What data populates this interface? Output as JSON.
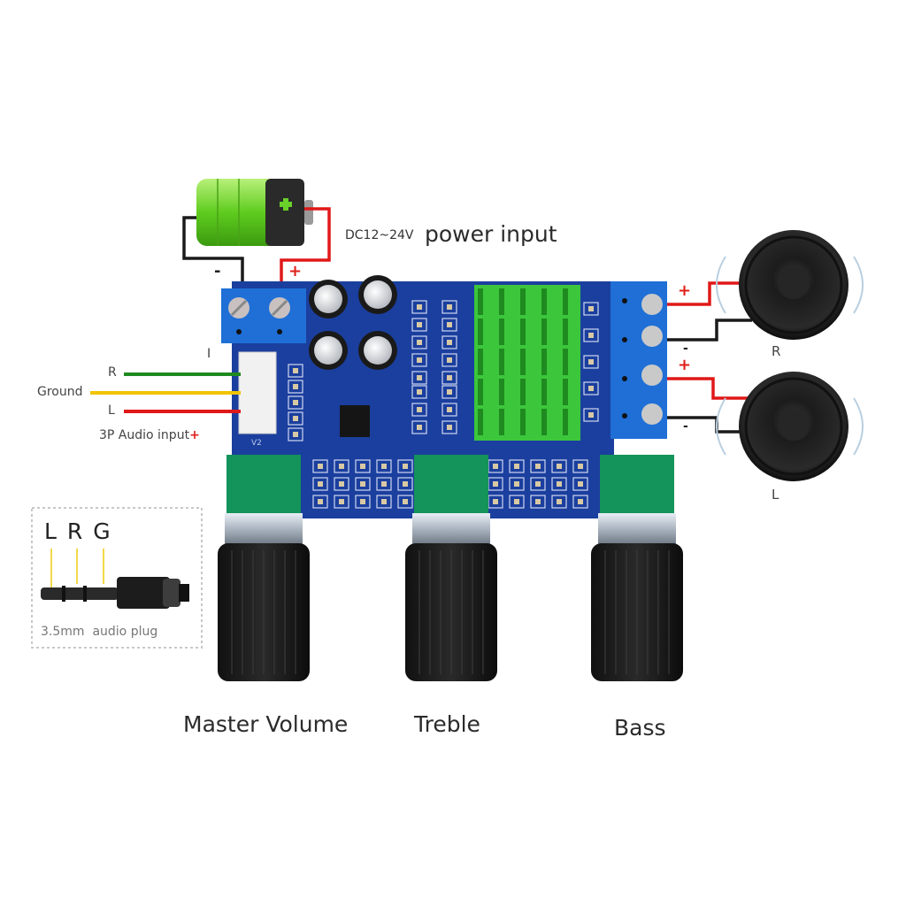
{
  "power": {
    "voltage_label": "DC12~24V",
    "title": "power input",
    "minus_sign": "-",
    "plus_sign": "+"
  },
  "audio_input": {
    "pin_marker": "I",
    "wires": [
      {
        "label": "R",
        "color": "#1e8a1e"
      },
      {
        "label": "Ground",
        "color": "#f0c400"
      },
      {
        "label": "L",
        "color": "#e01818"
      }
    ],
    "caption": "3P Audio input",
    "plus_sign": "+",
    "board_marker": "V2"
  },
  "audio_plug": {
    "pins": [
      "L",
      "R",
      "G"
    ],
    "caption_size": "3.5mm",
    "caption": "audio plug"
  },
  "speakers": [
    {
      "label": "R",
      "plus_sign": "+",
      "minus_sign": "-"
    },
    {
      "label": "L",
      "plus_sign": "+",
      "minus_sign": "-"
    }
  ],
  "knobs": [
    {
      "label": "Master Volume"
    },
    {
      "label": "Treble"
    },
    {
      "label": "Bass"
    }
  ],
  "colors": {
    "pcb": "#1b3f9e",
    "terminal": "#1f6fd6",
    "heatsink": "#3cc63c",
    "pot": "#14935a",
    "wire_red": "#e01818",
    "wire_black": "#1a1a1a",
    "battery_green": "#6ad12a"
  }
}
